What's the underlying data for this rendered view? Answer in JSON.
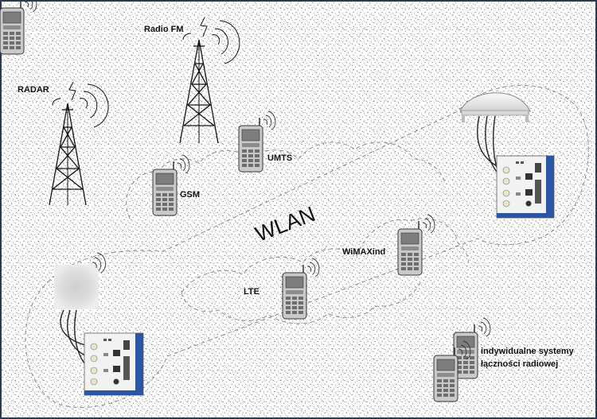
{
  "labels": {
    "radar": "RADAR",
    "radio_fm": "Radio FM",
    "umts": "UMTS",
    "gsm": "GSM",
    "wlan": "WLAN",
    "wimaxind": "WiMAXind",
    "lte": "LTE",
    "individual_line1": "indywidualne systemy",
    "individual_line2": "łączności radiowej"
  },
  "colors": {
    "frame": "#2b3a4e",
    "device_accent": "#2a56a5",
    "background": "#ffffff",
    "stipple": "#333333"
  },
  "icons": [
    "tower-icon",
    "radio-waves-icon",
    "mobile-phone-icon",
    "router-icon",
    "antenna-icon"
  ]
}
